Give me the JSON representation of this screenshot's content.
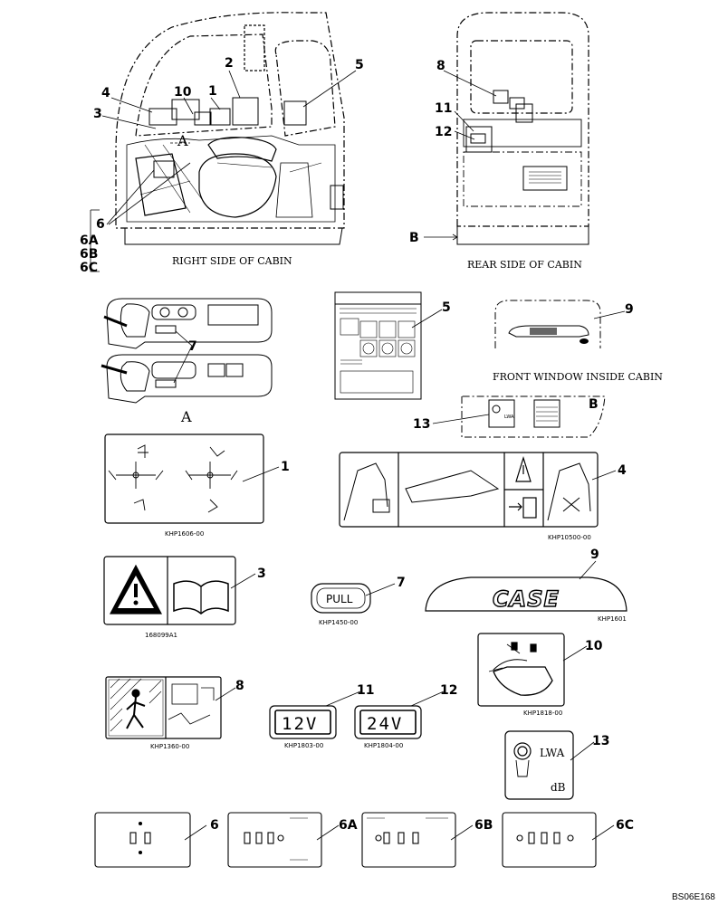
{
  "captions": {
    "right_side": "RIGHT SIDE OF CABIN",
    "rear_side": "REAR SIDE OF CABIN",
    "front_window": "FRONT WINDOW INSIDE CABIN",
    "view_a_upper": "A",
    "view_a_lower": "A",
    "view_b_left": "B",
    "view_b_right": "B"
  },
  "callouts": {
    "c1_top": "1",
    "c2_top": "2",
    "c3_top": "3",
    "c4_top": "4",
    "c5_top": "5",
    "c6": "6",
    "c6a": "6A",
    "c6b": "6B",
    "c6c": "6C",
    "c8_top": "8",
    "c11_top": "11",
    "c12_top": "12",
    "c5_mid": "5",
    "c9_mid": "9",
    "c7_mid": "7",
    "c13_mid": "13",
    "c1": "1",
    "c4": "4",
    "c3": "3",
    "c7": "7",
    "c9": "9",
    "c8": "8",
    "c10": "10",
    "c11": "11",
    "c12": "12",
    "c13": "13",
    "c6_b": "6",
    "c6a_b": "6A",
    "c6b_b": "6B",
    "c6c_b": "6C"
  },
  "decal_codes": {
    "d1": "KHP1606-00",
    "d4": "KHP10500-00",
    "d3": "168099A1",
    "d7": "KHP1450-00",
    "d9": "KHP1601",
    "d8": "KHP1360-00",
    "d11": "KHP1803-00",
    "d12": "KHP1804-00",
    "d10": "KHP1818-00"
  },
  "decal_text": {
    "pull": "PULL",
    "v12": "12V",
    "v24": "24V",
    "case": "CASE",
    "lwa": "LWA",
    "db": "dB",
    "lwa_small": "LWA"
  },
  "figure_ref": "BS06E168"
}
